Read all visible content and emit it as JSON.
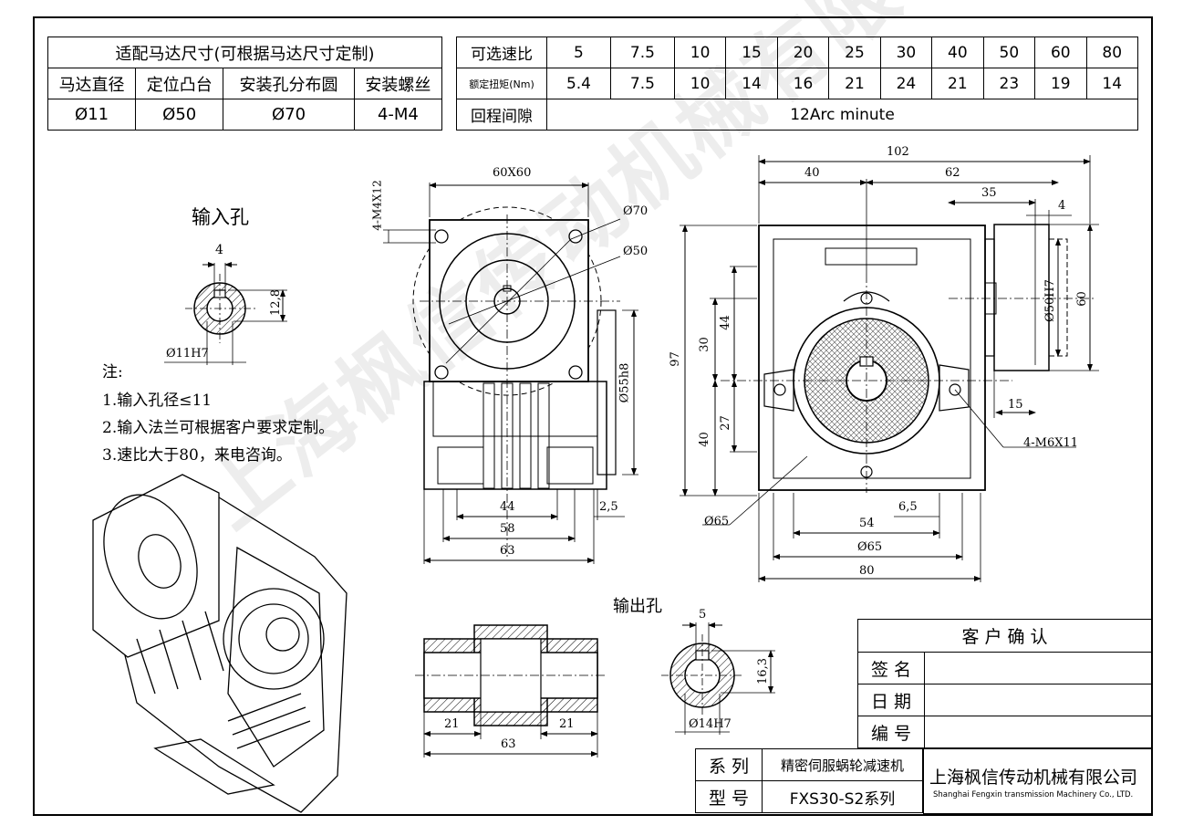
{
  "motor_table": {
    "title": "适配马达尺寸(可根据马达尺寸定制)",
    "headers": [
      "马达直径",
      "定位凸台",
      "安装孔分布圆",
      "安装螺丝"
    ],
    "values": [
      "Ø11",
      "Ø50",
      "Ø70",
      "4-M4"
    ]
  },
  "ratio_table": {
    "ratio_label": "可选速比",
    "ratios": [
      "5",
      "7.5",
      "10",
      "15",
      "20",
      "25",
      "30",
      "40",
      "50",
      "60",
      "80"
    ],
    "torque_label": "额定扭矩(Nm)",
    "torques": [
      "5.4",
      "7.5",
      "10",
      "14",
      "16",
      "21",
      "24",
      "21",
      "23",
      "19",
      "14"
    ],
    "backlash_label": "回程间隙",
    "backlash_value": "12Arc minute"
  },
  "input_hole": {
    "title": "输入孔",
    "dims": {
      "key": "4",
      "height": "12,8",
      "bore": "Ø11H7"
    }
  },
  "notes": {
    "title": "注:",
    "items": [
      "1.输入孔径≤11",
      "2.输入法兰可根据客户要求定制。",
      "3.速比大于80，来电咨询。"
    ]
  },
  "front_view": {
    "dims": {
      "square": "60X60",
      "screw": "4-M4X12",
      "pcd": "Ø70",
      "pilot": "Ø50",
      "shaft": "Ø55h8",
      "w44": "44",
      "w58": "58",
      "w63": "63",
      "off": "2,5"
    }
  },
  "side_view": {
    "dims": {
      "d102": "102",
      "d40": "40",
      "d62": "62",
      "d35": "35",
      "d4": "4",
      "d50h7": "Ø50H7",
      "d60": "60",
      "d97": "97",
      "d44": "44",
      "d30": "30",
      "d27": "27",
      "d40v": "40",
      "d15": "15",
      "m6": "4-M6X11",
      "d65a": "Ø65",
      "d65b": "Ø65",
      "d54": "54",
      "d65r": "6,5",
      "d80": "80"
    }
  },
  "output_hole": {
    "title": "输出孔",
    "dims": {
      "key": "5",
      "height": "16,3",
      "bore": "Ø14H7",
      "l1": "21",
      "l2": "21",
      "total": "63"
    }
  },
  "title_block": {
    "confirm": "客 户 确 认",
    "sign": "签 名",
    "date": "日 期",
    "number": "编 号",
    "series_label": "系 列",
    "series_value": "精密伺服蜗轮减速机",
    "model_label": "型 号",
    "model_value": "FXS30-S2系列",
    "company_cn": "上海枫信传动机械有限公司",
    "company_en": "Shanghai Fengxin transmission Machinery Co., LTD."
  },
  "watermark": "上海枫信传动机械有限公司"
}
